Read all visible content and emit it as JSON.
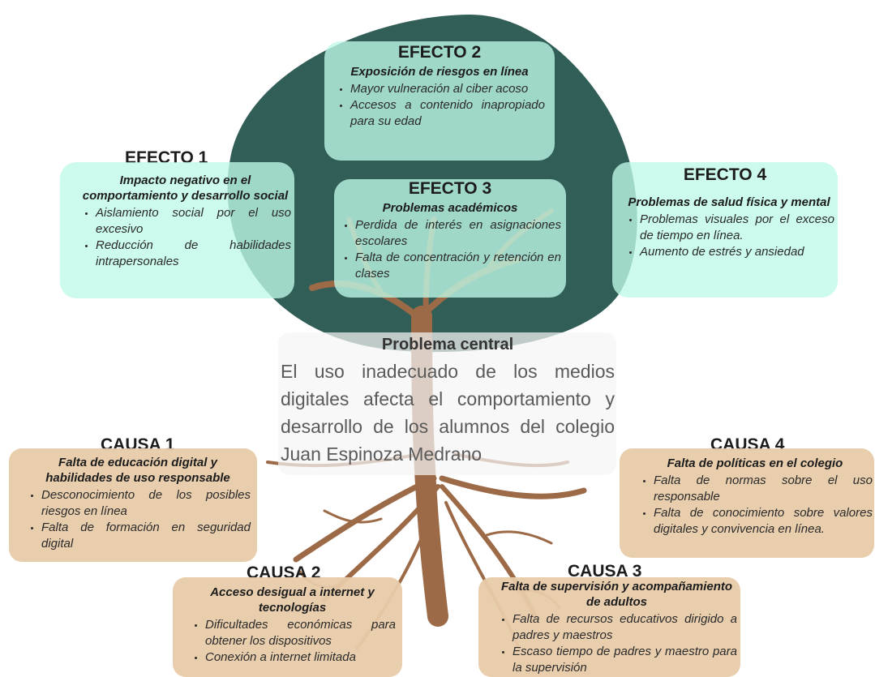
{
  "colors": {
    "canopy": "#325e58",
    "trunk": "#9c6a47",
    "effect_box": "#c4faec",
    "cause_box": "#e8cbaa"
  },
  "central": {
    "title": "Problema central",
    "text": "El uso inadecuado de los medios digitales afecta el comportamiento y desarrollo de los alumnos del colegio Juan Espinoza Medrano"
  },
  "effects": [
    {
      "heading": "EFECTO 1",
      "subtitle": "Impacto negativo en el comportamiento y desarrollo social",
      "items": [
        "Aislamiento social por el uso excesivo",
        "Reducción de habilidades intrapersonales"
      ]
    },
    {
      "heading": "EFECTO 2",
      "subtitle": "Exposición de riesgos en línea",
      "items": [
        "Mayor vulneración al ciber acoso",
        "Accesos a contenido inapropiado para su edad"
      ]
    },
    {
      "heading": "EFECTO 3",
      "subtitle": "Problemas académicos",
      "items": [
        "Perdida de interés en asignaciones escolares",
        "Falta de concentración y retención en clases"
      ]
    },
    {
      "heading": "EFECTO 4",
      "subtitle": "Problemas de salud física y mental",
      "items": [
        "Problemas visuales por el exceso de tiempo en línea.",
        "Aumento de estrés y ansiedad"
      ]
    }
  ],
  "causes": [
    {
      "heading": "CAUSA 1",
      "subtitle": "Falta de educación digital y habilidades de uso responsable",
      "items": [
        "Desconocimiento de los posibles riesgos en línea",
        "Falta de formación en seguridad digital"
      ]
    },
    {
      "heading": "CAUSA 2",
      "subtitle": "Acceso desigual a internet y tecnologías",
      "items": [
        "Dificultades económicas para obtener los dispositivos",
        "Conexión a internet limitada"
      ]
    },
    {
      "heading": "CAUSA 3",
      "subtitle": "Falta de supervisión y acompañamiento de adultos",
      "items": [
        "Falta de recursos educativos dirigido a padres y maestros",
        "Escaso tiempo de padres y maestro para la supervisión"
      ]
    },
    {
      "heading": "CAUSA 4",
      "subtitle": "Falta de políticas en el colegio",
      "items": [
        "Falta de normas sobre el uso responsable",
        "Falta de conocimiento sobre valores digitales y convivencia en línea."
      ]
    }
  ]
}
